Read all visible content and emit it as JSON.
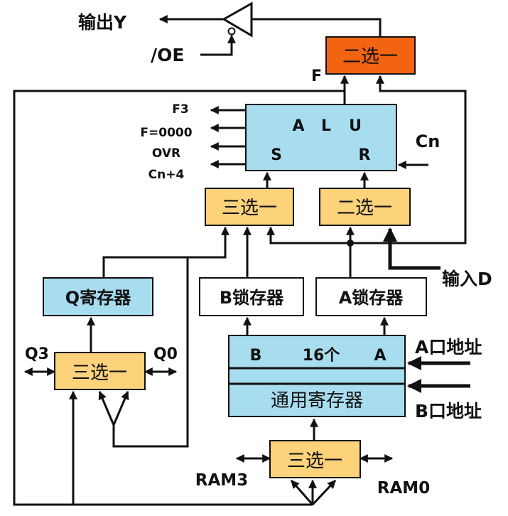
{
  "labels": {
    "output_y": "输出Y",
    "oe": "/OE",
    "f": "F",
    "f3": "F3",
    "f_zero": "F=0000",
    "ovr": "OVR",
    "cn4": "Cn+4",
    "cn": "Cn",
    "input_d": "输入D",
    "q3": "Q3",
    "q0": "Q0",
    "a_port": "A口地址",
    "b_port": "B口地址",
    "ram3": "RAM3",
    "ram0": "RAM0"
  },
  "blocks": {
    "mux_out": "二选一",
    "alu_a": "A",
    "alu_l": "L",
    "alu_u": "U",
    "alu_s": "S",
    "alu_r": "R",
    "mux3_s": "三选一",
    "mux2_r": "二选一",
    "q_reg": "Q寄存器",
    "b_latch": "B锁存器",
    "a_latch": "A锁存器",
    "rf_b": "B",
    "rf_16": "16个",
    "rf_a": "A",
    "rf_name": "通用寄存器",
    "mux3_q": "三选一",
    "mux3_ram": "三选一"
  },
  "colors": {
    "alu": "#a8dcef",
    "mux_yellow": "#fcd27a",
    "mux_out": "#f26411",
    "latch": "#ffffff",
    "line": "#111111"
  }
}
